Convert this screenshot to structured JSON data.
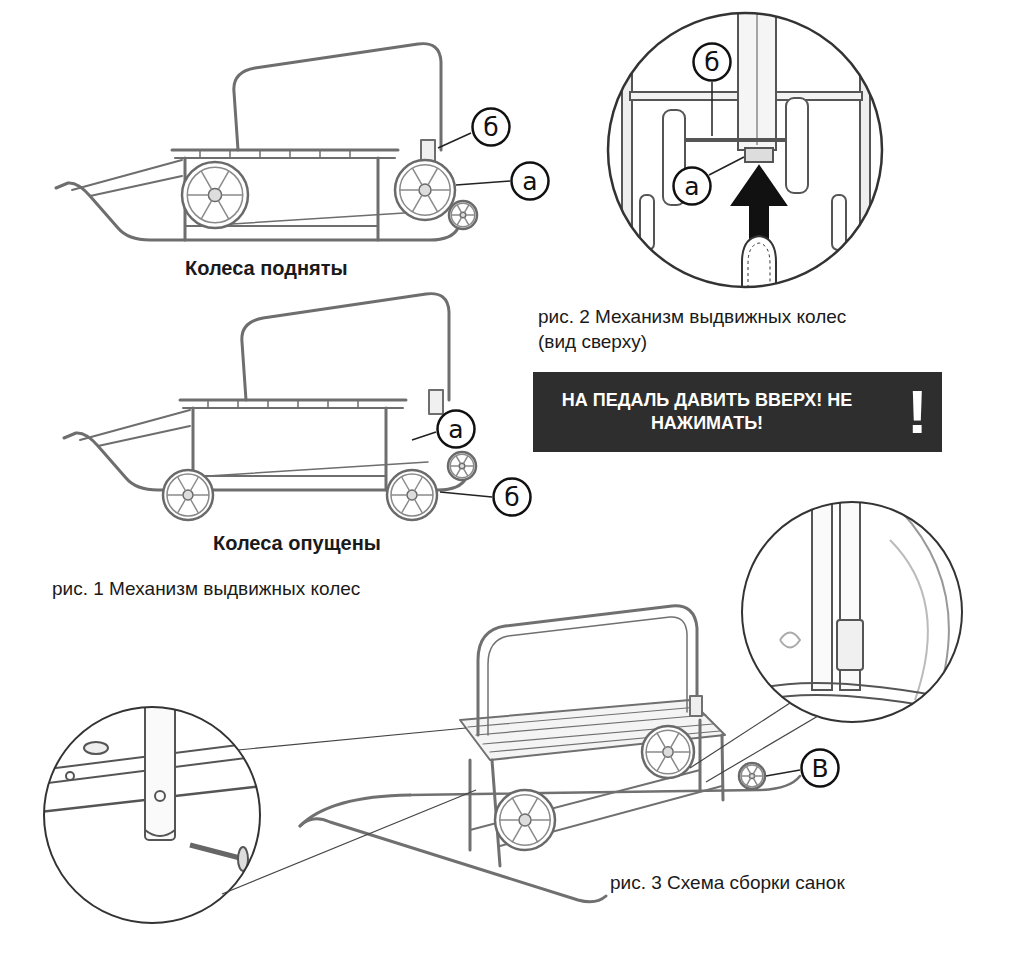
{
  "diagram": {
    "nodes": [
      {
        "text": [
          "б"
        ]
      },
      {
        "text": [
          "а"
        ]
      },
      {
        "text": [
          "б"
        ]
      },
      {
        "text": [
          "а"
        ]
      },
      {
        "text": [
          "НА ПЕДАЛЬ ДАВИТЬ ВВЕРХ! НЕ НАЖИМАТЬ!",
          "!"
        ]
      },
      {
        "text": [
          "а"
        ]
      },
      {
        "text": [
          "б"
        ]
      },
      {
        "text": [
          "В"
        ]
      }
    ],
    "labels": [
      "Колеса подняты",
      "Колеса опущены",
      "рис. 1 Механизм выдвижных колес",
      "рис. 2 Механизм выдвижных колес (вид сверху)",
      "рис. 3 Схема сборки санок"
    ]
  }
}
